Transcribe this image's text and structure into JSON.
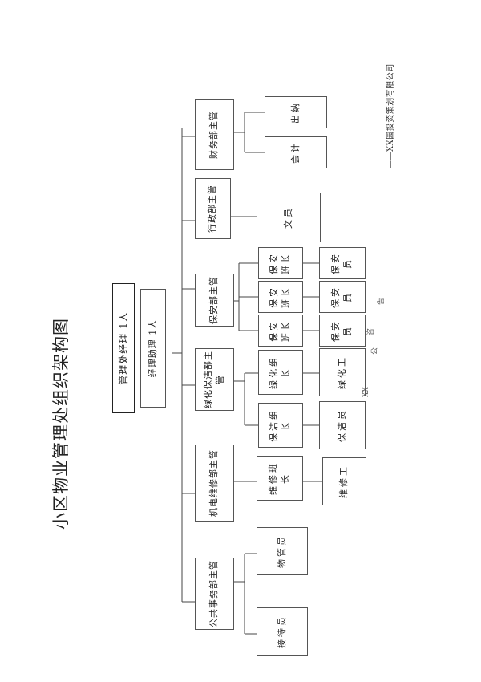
{
  "title": "小区物业管理处组织架构图",
  "company": "——XX园投资策划有限公司",
  "top": {
    "manager": "管理处经理 1人",
    "assistant": "经理助理 1人"
  },
  "departments": [
    {
      "label": "公共事务部主管",
      "subs": [
        {
          "label": "接待员"
        },
        {
          "label": "物管员"
        }
      ]
    },
    {
      "label": "机电维修部主管",
      "subs": [
        {
          "label": "维修班长",
          "child": "维修工"
        }
      ]
    },
    {
      "label": "绿化保洁部主管",
      "subs": [
        {
          "label": "保洁组长",
          "child": "保洁员"
        },
        {
          "label": "绿化组长",
          "child": "绿化工"
        }
      ]
    },
    {
      "label": "保安部主管",
      "subs": [
        {
          "label": "保安班长",
          "child": "保安员"
        },
        {
          "label": "保安班长",
          "child": "保安员"
        },
        {
          "label": "保安班长",
          "child": "保安员"
        }
      ]
    },
    {
      "label": "行政部主管",
      "subs": [
        {
          "label": "文员"
        }
      ]
    },
    {
      "label": "财务部主管",
      "subs": [
        {
          "label": "会计"
        },
        {
          "label": "出纳"
        }
      ]
    }
  ],
  "stray_text": [
    "XX",
    "公",
    "咨",
    "告"
  ]
}
